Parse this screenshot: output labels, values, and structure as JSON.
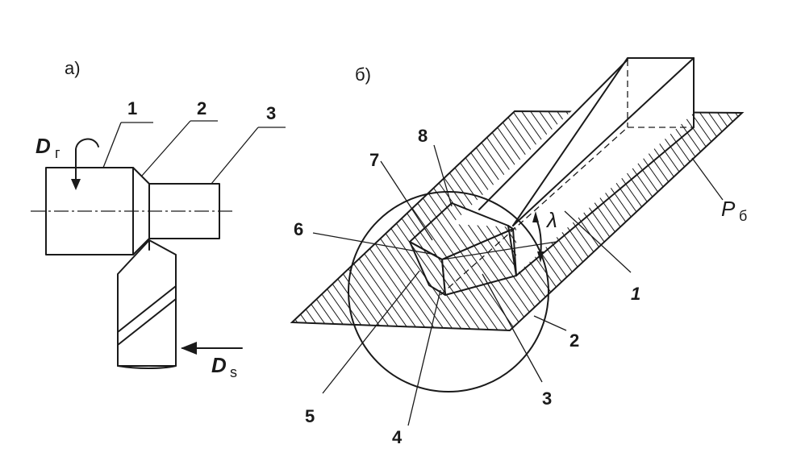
{
  "panel_a": {
    "title": "а)",
    "callouts": [
      "1",
      "2",
      "3"
    ],
    "rotation_label": "D",
    "rotation_sub": "г",
    "feed_label": "D",
    "feed_sub": "s"
  },
  "panel_b": {
    "title": "б)",
    "plane_label": "P",
    "plane_sub": "б",
    "angle_label": "λ",
    "callouts": {
      "n1": "1",
      "n2": "2",
      "n3": "3",
      "n4": "4",
      "n5": "5",
      "n6": "6",
      "n7": "7",
      "n8": "8"
    }
  }
}
